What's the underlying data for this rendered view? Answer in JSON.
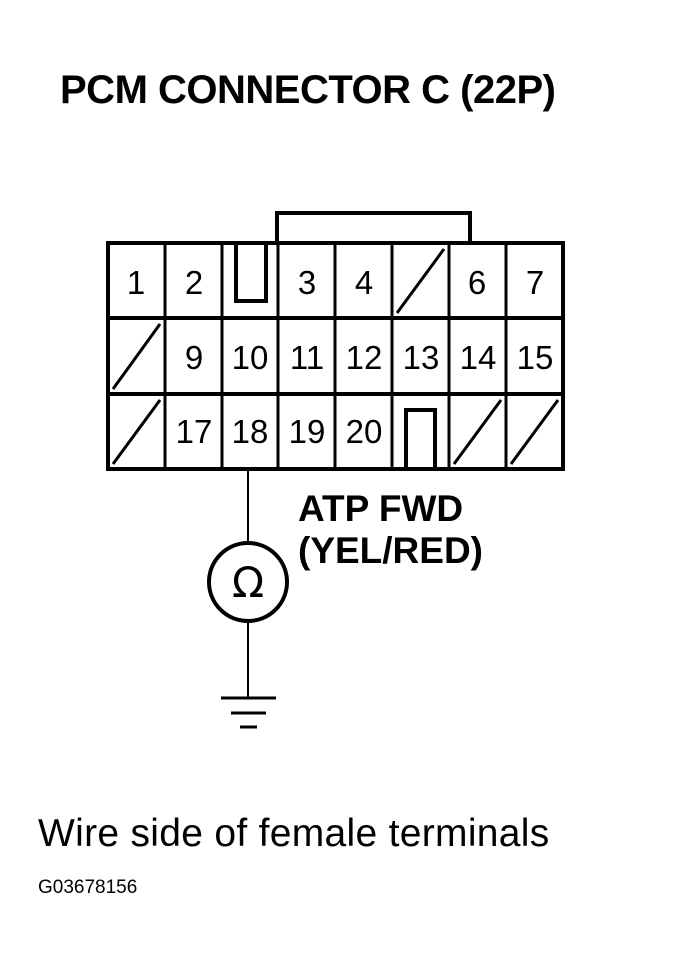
{
  "title": "PCM CONNECTOR C (22P)",
  "signal": {
    "name": "ATP FWD",
    "wire_color": "(YEL/RED)"
  },
  "meter_symbol": "Ω",
  "caption": "Wire side of female terminals",
  "figure_code": "G03678156",
  "connector": {
    "rows": [
      [
        "1",
        "2",
        "",
        "3",
        "4",
        "",
        "6",
        "7"
      ],
      [
        "",
        "9",
        "10",
        "11",
        "12",
        "13",
        "14",
        "15"
      ],
      [
        "",
        "17",
        "18",
        "19",
        "20",
        "",
        "",
        ""
      ]
    ]
  },
  "probe_terminal": "18",
  "icons": {
    "meter": "ohmmeter-icon",
    "ground": "ground-icon"
  }
}
